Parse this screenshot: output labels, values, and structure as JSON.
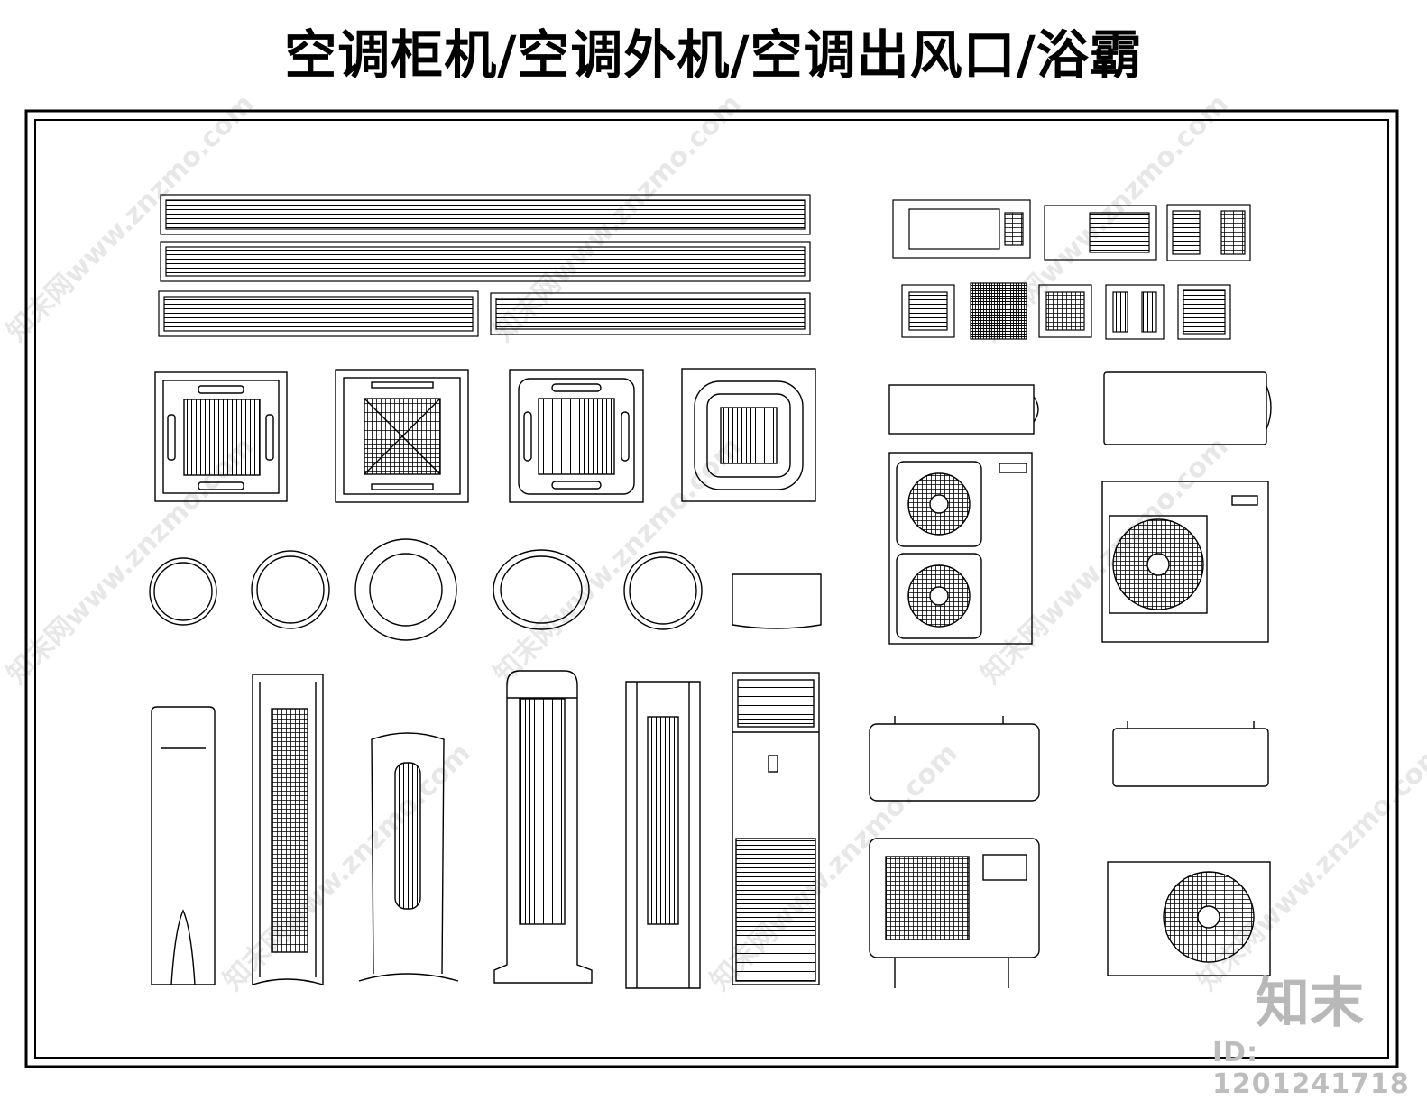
{
  "title": "空调柜机/空调外机/空调出风口/浴霸",
  "watermark": "知末网www.znzmo.com",
  "logo_text": "知末",
  "drawing_id": "ID: 1201241718",
  "colors": {
    "line": "#000000",
    "background": "#ffffff",
    "watermark": "#bdbdbd"
  },
  "icons": [
    "linear-vent-icon",
    "cassette-ac-icon",
    "round-diffuser-icon",
    "floor-ac-icon",
    "outdoor-unit-icon",
    "bath-heater-icon"
  ]
}
